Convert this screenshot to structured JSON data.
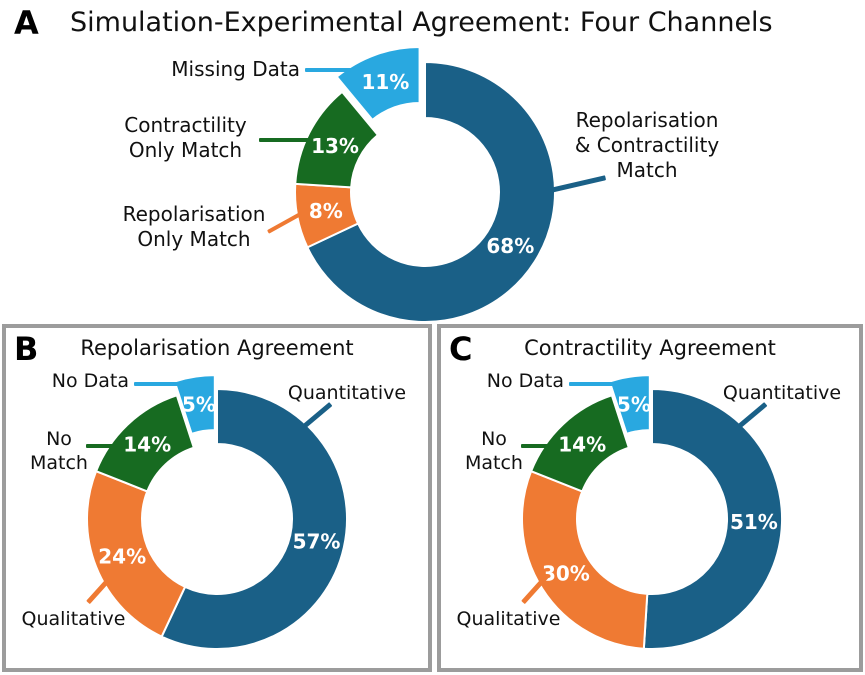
{
  "figure_title": "Simulation-Experimental Agreement: Four Channels",
  "colors": {
    "quantitative_blue": "#1a6087",
    "qualitative_orange": "#ef7a33",
    "no_match_green": "#176b21",
    "no_data_lightblue": "#29a8e0",
    "panel_border_gray": "#9c9c9c",
    "value_text": "#ffffff",
    "label_text": "#111111"
  },
  "chart_data": [
    {
      "type": "pie",
      "subtype": "donut",
      "panel": "A",
      "title": "Simulation-Experimental Agreement: Four Channels",
      "start_angle": "top",
      "direction": "clockwise",
      "value_suffix": "%",
      "slices": [
        {
          "label": "Repolarisation & Contractility Match",
          "value": 68,
          "color": "#1a6087",
          "exploded": false
        },
        {
          "label": "Repolarisation Only Match",
          "value": 8,
          "color": "#ef7a33",
          "exploded": false
        },
        {
          "label": "Contractility Only Match",
          "value": 13,
          "color": "#176b21",
          "exploded": false
        },
        {
          "label": "Missing Data",
          "value": 11,
          "color": "#29a8e0",
          "exploded": true
        }
      ]
    },
    {
      "type": "pie",
      "subtype": "donut",
      "panel": "B",
      "title": "Repolarisation Agreement",
      "start_angle": "top",
      "direction": "clockwise",
      "value_suffix": "%",
      "slices": [
        {
          "label": "Quantitative",
          "value": 57,
          "color": "#1a6087",
          "exploded": false
        },
        {
          "label": "Qualitative",
          "value": 24,
          "color": "#ef7a33",
          "exploded": false
        },
        {
          "label": "No Match",
          "value": 14,
          "color": "#176b21",
          "exploded": false
        },
        {
          "label": "No Data",
          "value": 5,
          "color": "#29a8e0",
          "exploded": true
        }
      ]
    },
    {
      "type": "pie",
      "subtype": "donut",
      "panel": "C",
      "title": "Contractility Agreement",
      "start_angle": "top",
      "direction": "clockwise",
      "value_suffix": "%",
      "slices": [
        {
          "label": "Quantitative",
          "value": 51,
          "color": "#1a6087",
          "exploded": false
        },
        {
          "label": "Qualitative",
          "value": 30,
          "color": "#ef7a33",
          "exploded": false
        },
        {
          "label": "No Match",
          "value": 14,
          "color": "#176b21",
          "exploded": false
        },
        {
          "label": "No Data",
          "value": 5,
          "color": "#29a8e0",
          "exploded": true
        }
      ]
    }
  ]
}
